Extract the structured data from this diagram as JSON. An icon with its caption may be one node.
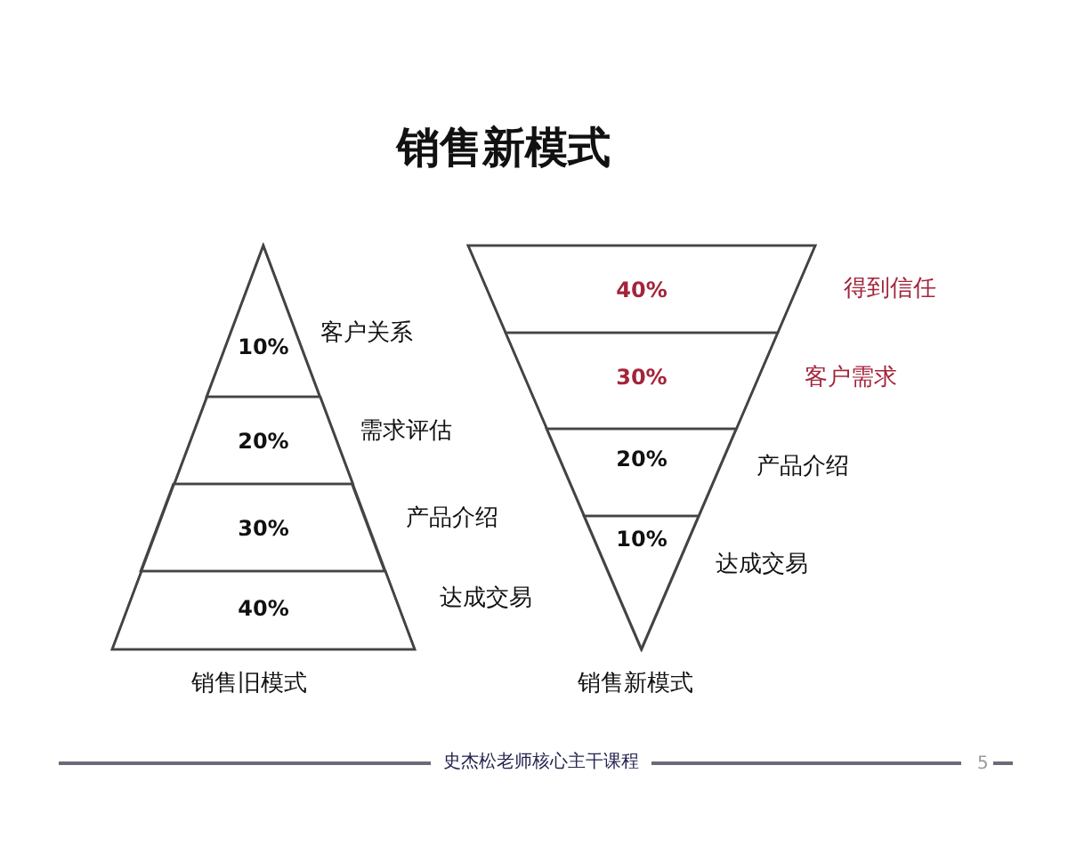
{
  "diagram": {
    "title": "销售新模式",
    "nodes": [
      {
        "text": [],
        "shape": "triangle",
        "beside": [
          "销售旧模式"
        ]
      },
      {
        "text": [
          "10%"
        ],
        "in": 0,
        "beside": [
          "客户关系"
        ]
      },
      {
        "text": [
          "20%"
        ],
        "in": 0,
        "beside": [
          "需求评估"
        ]
      },
      {
        "text": [
          "30%"
        ],
        "in": 0,
        "beside": [
          "产品介绍"
        ]
      },
      {
        "text": [
          "40%"
        ],
        "in": 0,
        "beside": [
          "达成交易"
        ]
      },
      {
        "text": [],
        "shape": "triangle",
        "beside": [
          "销售新模式"
        ]
      },
      {
        "text": [
          "40%"
        ],
        "in": 5,
        "beside": [
          "得到信任"
        ]
      },
      {
        "text": [
          "30%"
        ],
        "in": 5,
        "beside": [
          "客户需求"
        ]
      },
      {
        "text": [
          "20%"
        ],
        "in": 5,
        "beside": [
          "产品介绍"
        ]
      },
      {
        "text": [
          "10%"
        ],
        "in": 5,
        "beside": [
          "达成交易"
        ]
      }
    ],
    "labels": [
      "史杰松老师核心主干课程",
      "5"
    ]
  }
}
